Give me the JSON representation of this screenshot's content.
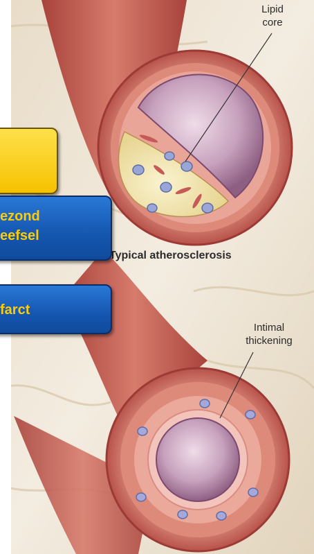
{
  "labels": {
    "lipid_core": [
      "Lipid",
      "core"
    ],
    "typical": "Typical atherosclerosis",
    "intimal_thickening": [
      "Intimal",
      "thickening"
    ]
  },
  "callouts": {
    "middle": [
      "ezond",
      "eefsel"
    ],
    "bottom": "farct"
  },
  "colors": {
    "callout_yellow": "#f5c200",
    "callout_blue": "#1556b0",
    "callout_text": "#ffcc00",
    "vessel_wall": "#c8605a",
    "lipid": "#efe2a6",
    "lumen": "#b98fae",
    "background": "#efe6d6"
  }
}
